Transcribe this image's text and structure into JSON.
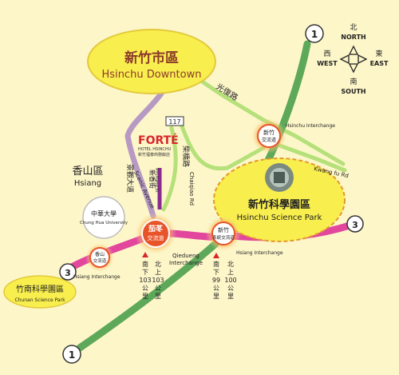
{
  "map": {
    "downtown": {
      "zh": "新竹市區",
      "en": "Hsinchu Downtown"
    },
    "science_park": {
      "zh": "新竹科學園區",
      "en": "Hsinchu Science Park"
    },
    "chunan_park": {
      "zh": "竹南科學園區",
      "en": "Chunan Science Park"
    },
    "hsiang_district": {
      "zh": "香山區",
      "en": "Hsiang"
    },
    "university": {
      "zh": "中華大學",
      "en": "Chung Hua University"
    },
    "hotel": {
      "brand": "FORTÉ",
      "line1": "HOTEL HSINCHU",
      "line2": "新竹福泰商務飯店"
    },
    "roads": {
      "guangfu": "光復路",
      "jingguan_zh": "景觀大道",
      "jingguan_en": "Scenic Avenue",
      "chaiqiao_zh": "柴橋路",
      "chaiqiao_en": "Chaiqiao Rd",
      "xinxiang_zh": "新香街",
      "xinxiang_en": "Xin-Xiang St",
      "kwangfu": "Kwang fu Rd",
      "route117": "117"
    },
    "highways": {
      "h1_top": "1",
      "h1_bottom": "1",
      "h3_left": "3",
      "h3_right": "3"
    },
    "interchanges": {
      "hsinchu": {
        "zh1": "新竹",
        "zh2": "交流道",
        "en": "Hsinchu Interchange"
      },
      "qiedueng": {
        "zh1": "茄苳",
        "zh2": "交流道",
        "en1": "Qiedueng",
        "en2": "Interchange"
      },
      "xianshan": {
        "zh1": "香山",
        "zh2": "交流道",
        "en": "Hsiang Interchange"
      },
      "hsinchu_sys": {
        "zh1": "新竹",
        "zh2": "系統交流道",
        "en": "Hsiang Interchange"
      }
    },
    "markers": {
      "south103": [
        "南",
        "下",
        "103",
        "公",
        "里"
      ],
      "north103": [
        "北",
        "上",
        "103",
        "公",
        "里"
      ],
      "south99": [
        "南",
        "下",
        "99",
        "公",
        "里"
      ],
      "north100": [
        "北",
        "上",
        "100",
        "公",
        "里"
      ]
    },
    "compass": {
      "north_zh": "北",
      "north_en": "NORTH",
      "south_zh": "南",
      "south_en": "SOUTH",
      "east_zh": "東",
      "east_en": "EAST",
      "west_zh": "西",
      "west_en": "WEST"
    },
    "colors": {
      "background": "#fdf6c9",
      "highway1": "#5ea85a",
      "highway3": "#e2479d",
      "local_road": "#b5e07a",
      "bubble": "#f8ee4e",
      "interchange": "#e8542a"
    }
  }
}
